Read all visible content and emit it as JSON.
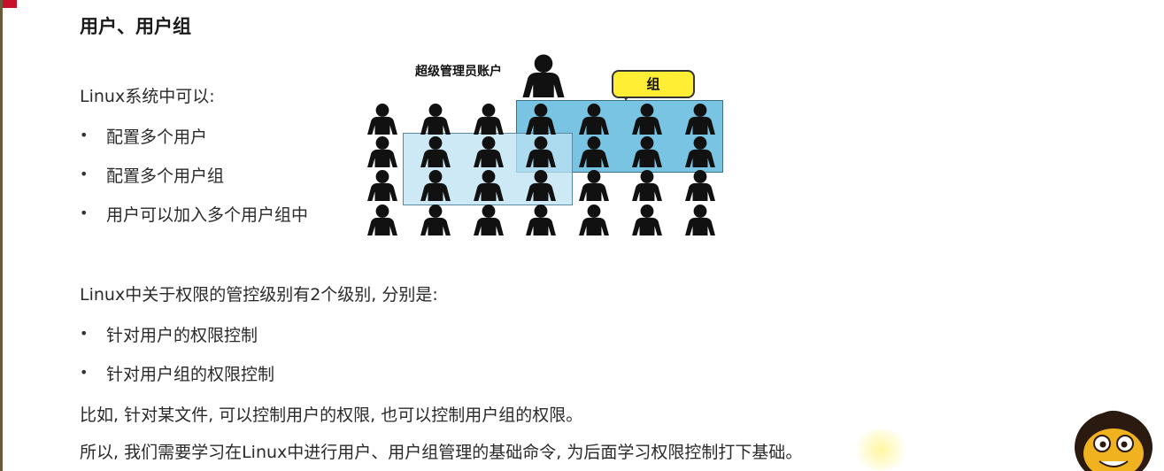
{
  "title": "用户、用户组",
  "intro": "Linux系统中可以:",
  "capabilities": [
    "配置多个用户",
    "配置多个用户组",
    "用户可以加入多个用户组中"
  ],
  "diagram": {
    "admin_label": "超级管理员账户",
    "group_label": "组"
  },
  "permission_intro": "Linux中关于权限的管控级别有2个级别, 分别是:",
  "permission_levels": [
    "针对用户的权限控制",
    "针对用户组的权限控制"
  ],
  "example": "比如, 针对某文件, 可以控制用户的权限, 也可以控制用户组的权限。",
  "conclusion": "所以, 我们需要学习在Linux中进行用户、用户组管理的基础命令, 为后面学习权限控制打下基础。",
  "colors": {
    "accent_red": "#c8102e",
    "group_blue": "#79c4e2",
    "group_light_blue": "#bee2f3",
    "callout_yellow": "#ffee33"
  },
  "icons": [
    "person-icon",
    "speech-bubble-icon",
    "monkey-avatar-icon"
  ]
}
